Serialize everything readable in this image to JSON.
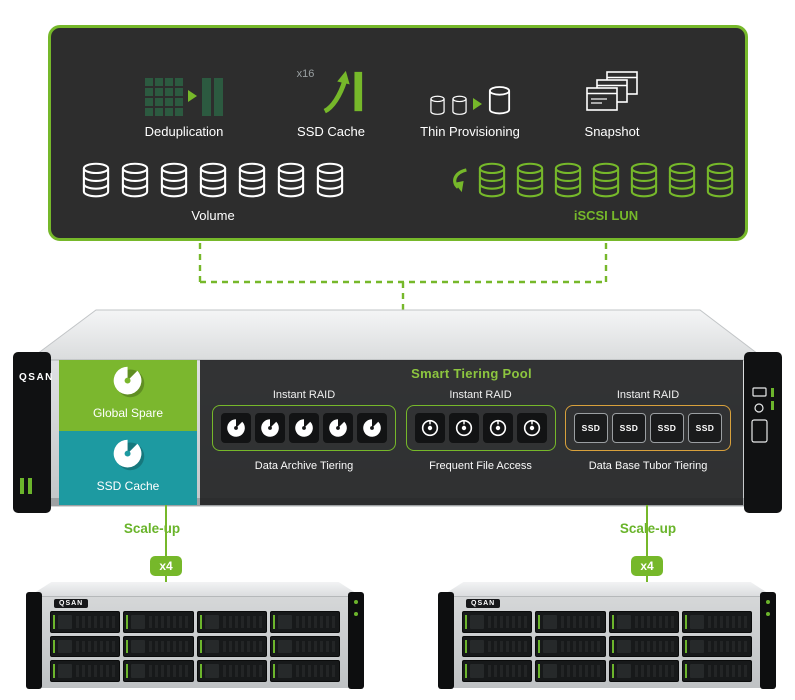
{
  "palette": {
    "green": "#76b82a",
    "light_green": "#8dc63f",
    "teal": "#1d9aa1",
    "amber": "#d8a13c",
    "panel_bg": "#2d2d2d"
  },
  "feature_panel": {
    "features": [
      {
        "name": "deduplication-icon",
        "label": "Deduplication"
      },
      {
        "name": "ssd-cache-arrow-icon",
        "label": "SSD Cache",
        "multiplier": "x16"
      },
      {
        "name": "thin-provisioning-icon",
        "label": "Thin Provisioning"
      },
      {
        "name": "snapshot-windows-icon",
        "label": "Snapshot"
      }
    ],
    "volume": {
      "label": "Volume",
      "cylinder_count": 7
    },
    "iscsi": {
      "label": "iSCSI LUN",
      "cylinder_count": 7
    }
  },
  "chassis": {
    "brand": "QSAN",
    "pool_title": "Smart Tiering Pool",
    "global_spare_label": "Global Spare",
    "ssd_cache_label": "SSD Cache",
    "tiers": [
      {
        "raid_label": "Instant RAID",
        "caption": "Data Archive Tiering",
        "disk_count": 5,
        "disk_type": "hdd"
      },
      {
        "raid_label": "Instant RAID",
        "caption": "Frequent File Access",
        "disk_count": 4,
        "disk_type": "hdd"
      },
      {
        "raid_label": "Instant RAID",
        "caption": "Data Base Tubor Tiering",
        "disk_count": 4,
        "disk_type": "ssd",
        "tile_label": "SSD"
      }
    ]
  },
  "scale_up": {
    "left": {
      "label": "Scale-up",
      "badge": "x4"
    },
    "right": {
      "label": "Scale-up",
      "badge": "x4"
    }
  },
  "expansion_units": {
    "brand": "QSAN",
    "bay_count": 12,
    "unit_count": 2
  }
}
